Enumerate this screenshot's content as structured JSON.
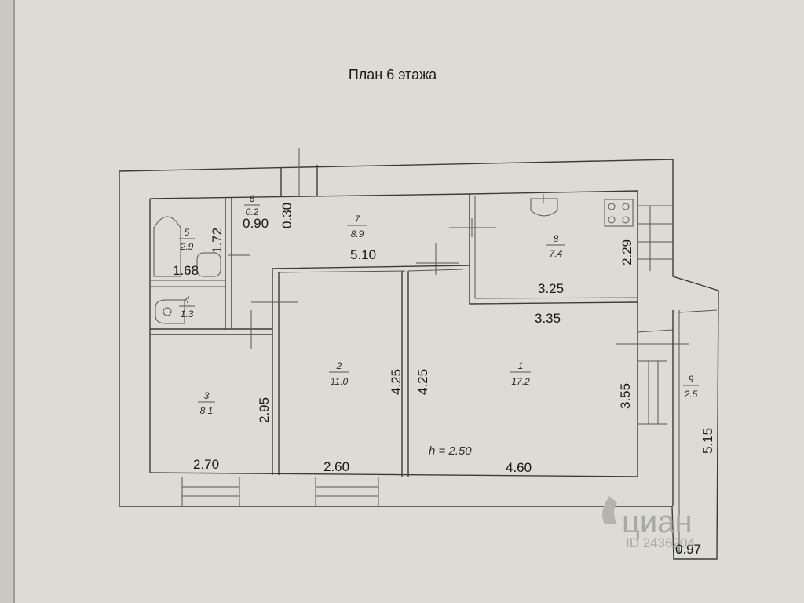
{
  "title": "План 6 этажа",
  "rooms": [
    {
      "id": "1",
      "num": "1",
      "area": "17.2"
    },
    {
      "id": "2",
      "num": "2",
      "area": "11.0"
    },
    {
      "id": "3",
      "num": "3",
      "area": "8.1"
    },
    {
      "id": "4",
      "num": "4",
      "area": "1.3"
    },
    {
      "id": "5",
      "num": "5",
      "area": "2.9"
    },
    {
      "id": "6",
      "num": "6",
      "area": "0.2"
    },
    {
      "id": "7",
      "num": "7",
      "area": "8.9"
    },
    {
      "id": "8",
      "num": "8",
      "area": "7.4"
    },
    {
      "id": "9",
      "num": "9",
      "area": "2.5"
    }
  ],
  "dimensions": {
    "room6_width": "0.90",
    "room6_depth": "0.30",
    "room5_height": "1.72",
    "room5_width": "1.68",
    "corridor_length": "5.10",
    "room8_height": "2.29",
    "room8_width": "3.25",
    "room1_top": "3.35",
    "room2_left_height": "4.25",
    "room1_left_height": "4.25",
    "room1_right_height": "3.55",
    "room3_height": "2.95",
    "room3_width": "2.70",
    "room2_width": "2.60",
    "room1_width": "4.60",
    "balcony_height": "5.15",
    "balcony_width": "0.97"
  },
  "ceiling_height": "h = 2.50",
  "watermark": {
    "brand": "циан",
    "id": "ID 2436204"
  }
}
